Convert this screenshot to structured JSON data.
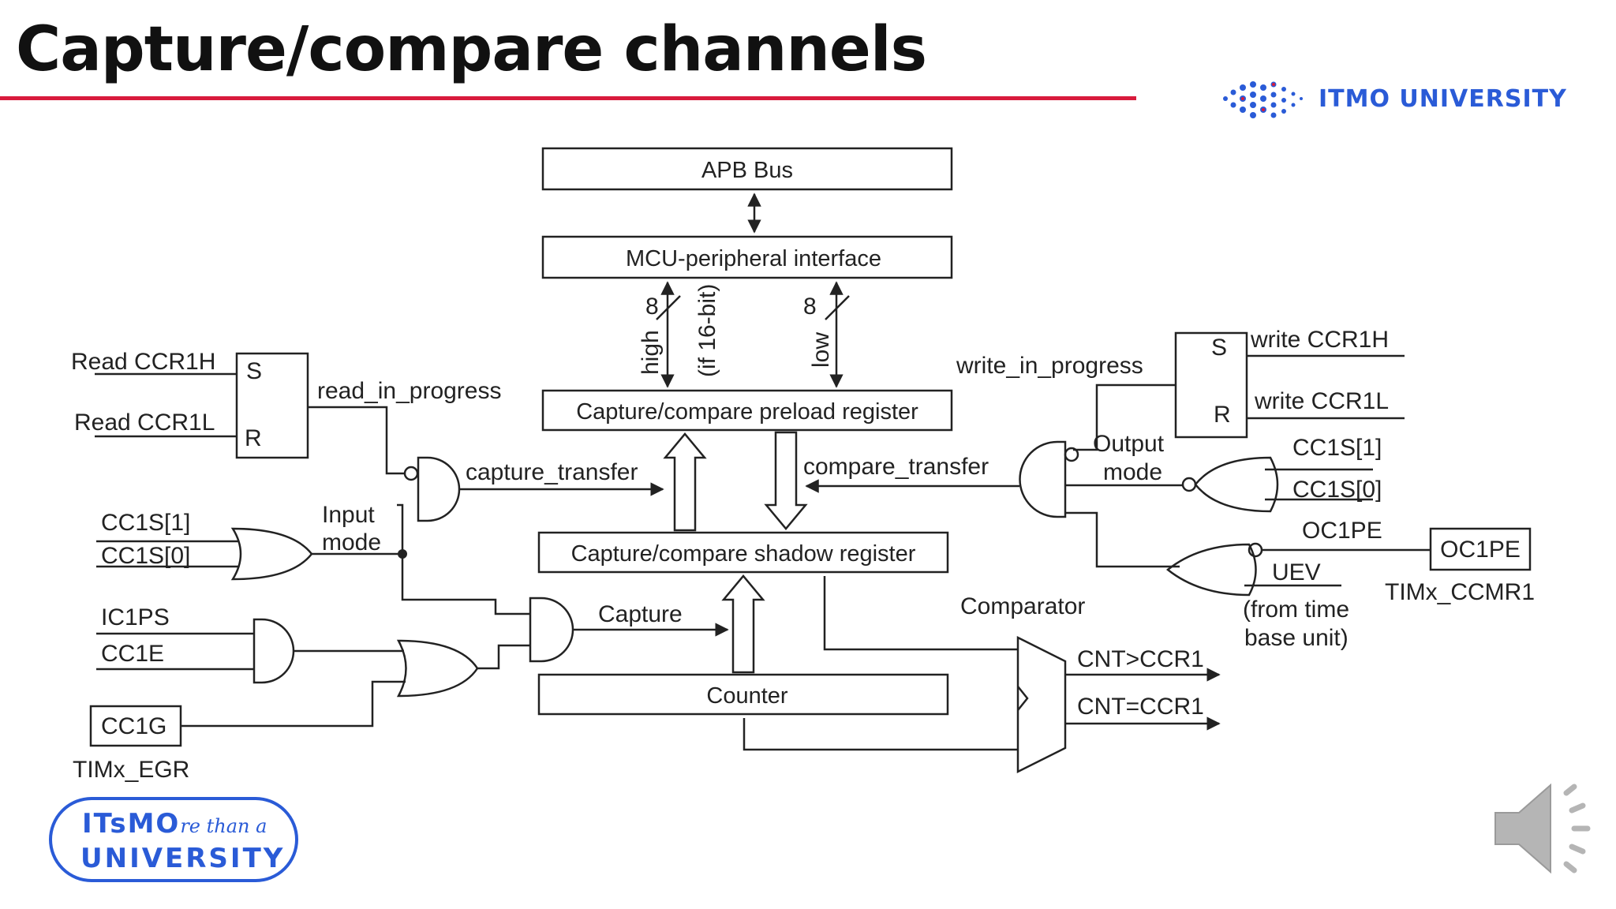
{
  "slide": {
    "title": "Capture/compare channels"
  },
  "header_logo": {
    "text": "ITMO UNIVERSITY",
    "color": "#2a5bd7"
  },
  "accent_color": "#d81b3c",
  "diagram": {
    "apb_bus": "APB Bus",
    "mcu_interface": "MCU-peripheral interface",
    "bus_width_high": "8",
    "bus_width_low": "8",
    "label_high": "high",
    "label_if16": "(if 16-bit)",
    "label_low": "low",
    "preload_register": "Capture/compare preload register",
    "shadow_register": "Capture/compare shadow register",
    "counter": "Counter",
    "read_ccr1h": "Read CCR1H",
    "read_ccr1l": "Read CCR1L",
    "latch_left_s": "S",
    "latch_left_r": "R",
    "read_in_progress": "read_in_progress",
    "capture_transfer": "capture_transfer",
    "cc1s1_left": "CC1S[1]",
    "cc1s0_left": "CC1S[0]",
    "input_mode_line1": "Input",
    "input_mode_line2": "mode",
    "ic1ps": "IC1PS",
    "cc1e": "CC1E",
    "cc1g": "CC1G",
    "timx_egr": "TIMx_EGR",
    "capture": "Capture",
    "write_in_progress": "write_in_progress",
    "latch_right_s": "S",
    "latch_right_r": "R",
    "write_ccr1h": "write CCR1H",
    "write_ccr1l": "write CCR1L",
    "compare_transfer": "compare_transfer",
    "output_mode_line1": "Output",
    "output_mode_line2": "mode",
    "cc1s1_right": "CC1S[1]",
    "cc1s0_right": "CC1S[0]",
    "oc1pe_label": "OC1PE",
    "oc1pe_box": "OC1PE",
    "timx_ccmr1": "TIMx_CCMR1",
    "uev": "UEV",
    "from_time_line1": "(from time",
    "from_time_line2": "base unit)",
    "comparator": "Comparator",
    "cnt_gt_ccr1": "CNT>CCR1",
    "cnt_eq_ccr1": "CNT=CCR1"
  },
  "footer_logo": {
    "line1": "ITsMO",
    "script": "re than a",
    "line2": "UNIVERSITY"
  },
  "icons": {
    "speaker": "speaker-icon",
    "logo_dots": "dots-logo-icon"
  }
}
